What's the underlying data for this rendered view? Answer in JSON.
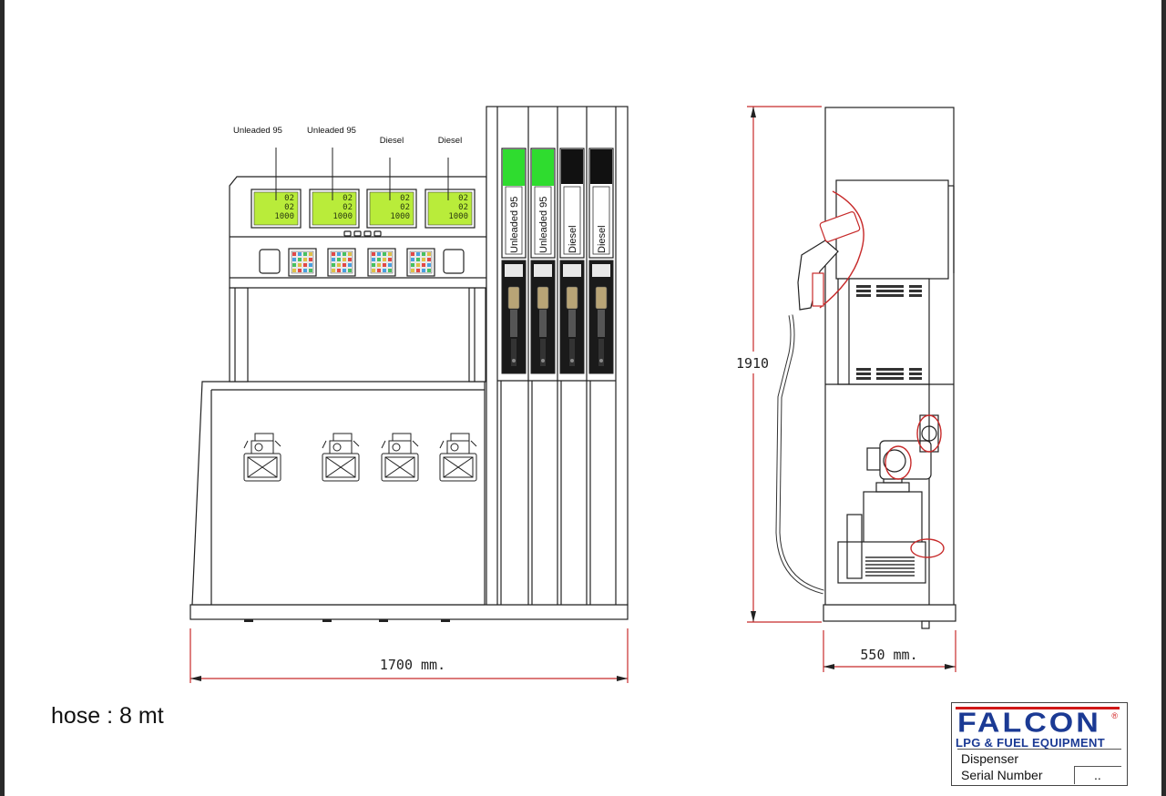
{
  "labels": {
    "nozzle_top": [
      "Unleaded 95",
      "Unleaded 95",
      "Diesel",
      "Diesel"
    ],
    "column": [
      "Unleaded 95",
      "Unleaded 95",
      "Diesel",
      "Diesel"
    ]
  },
  "display_digits": [
    "02",
    "02",
    "1000"
  ],
  "dimensions": {
    "width_front": "1700 mm.",
    "width_side": "550 mm.",
    "height": "1910"
  },
  "note": "hose : 8 mt",
  "titleblock": {
    "brand": "FALCON",
    "tagline": "LPG & FUEL EQUIPMENT",
    "row1": "Dispenser",
    "row2": "Serial Number",
    "serial_value": ".."
  },
  "colors": {
    "unleaded": "#2fdc2f",
    "diesel": "#111111",
    "display_lcd": "#b9ec3a",
    "dimension_line": "#c72a2a",
    "brand_blue": "#1b3a94",
    "brand_red": "#d01818"
  },
  "icons": [
    "nozzle-icon",
    "meter-icon",
    "keypad-icon",
    "registered-icon"
  ]
}
